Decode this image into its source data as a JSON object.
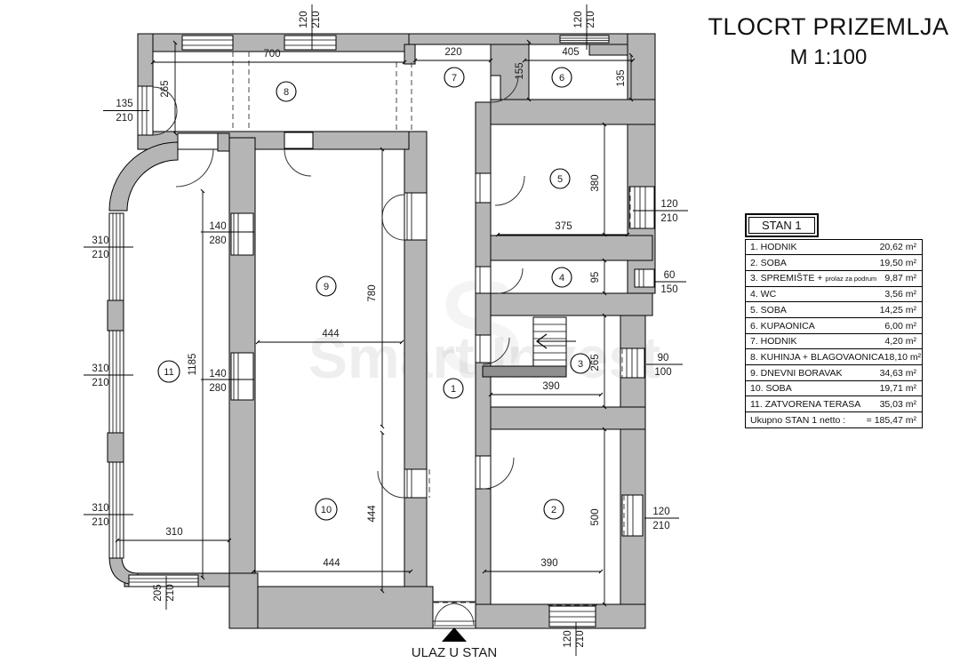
{
  "title": {
    "line1": "TLOCRT PRIZEMLJA",
    "line2": "M 1:100"
  },
  "watermark": {
    "logo": "S",
    "name": "Smart Invest"
  },
  "entrance_label": "ULAZ U STAN",
  "legend": {
    "header": "STAN 1",
    "rows": [
      {
        "label": "1. HODNIK",
        "area": "20,62 m²"
      },
      {
        "label": "2. SOBA",
        "area": "19,50 m²"
      },
      {
        "label": "3. SPREMIŠTE +",
        "label_small": "prolaz za podrum",
        "area": "9,87 m²"
      },
      {
        "label": "4. WC",
        "area": "3,56 m²"
      },
      {
        "label": "5. SOBA",
        "area": "14,25 m²"
      },
      {
        "label": "6. KUPAONICA",
        "area": "6,00 m²"
      },
      {
        "label": "7. HODNIK",
        "area": "4,20 m²"
      },
      {
        "label": "8. KUHINJA + BLAGOVAONICA",
        "area": "18,10 m²"
      },
      {
        "label": "9. DNEVNI BORAVAK",
        "area": "34,63 m²"
      },
      {
        "label": "10. SOBA",
        "area": "19,71 m²"
      },
      {
        "label": "11. ZATVORENA TERASA",
        "area": "35,03 m²"
      }
    ],
    "total_label": "Ukupno STAN 1 netto :",
    "total_area": "= 185,47 m²"
  },
  "rooms": {
    "r1": "1",
    "r2": "2",
    "r3": "3",
    "r4": "4",
    "r5": "5",
    "r6": "6",
    "r7": "7",
    "r8": "8",
    "r9": "9",
    "r10": "10",
    "r11": "11"
  },
  "dims": {
    "d700": "700",
    "dnook": "265",
    "d220": "220",
    "d405": "405",
    "d155": "155",
    "d135r": "135",
    "d380": "380",
    "d375": "375",
    "d95": "95",
    "d265": "265",
    "d390a": "390",
    "d500": "500",
    "d390b": "390",
    "d444w9": "444",
    "d780": "780",
    "d444h10": "444",
    "d444w10": "444",
    "d1185": "1185",
    "d310": "310"
  },
  "fractions": {
    "f1": {
      "a": "135",
      "b": "210"
    },
    "f2": {
      "a": "120",
      "b": "210"
    },
    "f3": {
      "a": "120",
      "b": "210"
    },
    "f4": {
      "a": "120",
      "b": "210"
    },
    "f5": {
      "a": "60",
      "b": "150"
    },
    "f6": {
      "a": "90",
      "b": "100"
    },
    "f7": {
      "a": "120",
      "b": "210"
    },
    "f8": {
      "a": "120",
      "b": "210"
    },
    "f9": {
      "a": "205",
      "b": "210"
    },
    "f10": {
      "a": "310",
      "b": "210"
    },
    "f11": {
      "a": "310",
      "b": "210"
    },
    "f12": {
      "a": "310",
      "b": "210"
    },
    "f13": {
      "a": "140",
      "b": "280"
    },
    "f14": {
      "a": "140",
      "b": "280"
    }
  }
}
